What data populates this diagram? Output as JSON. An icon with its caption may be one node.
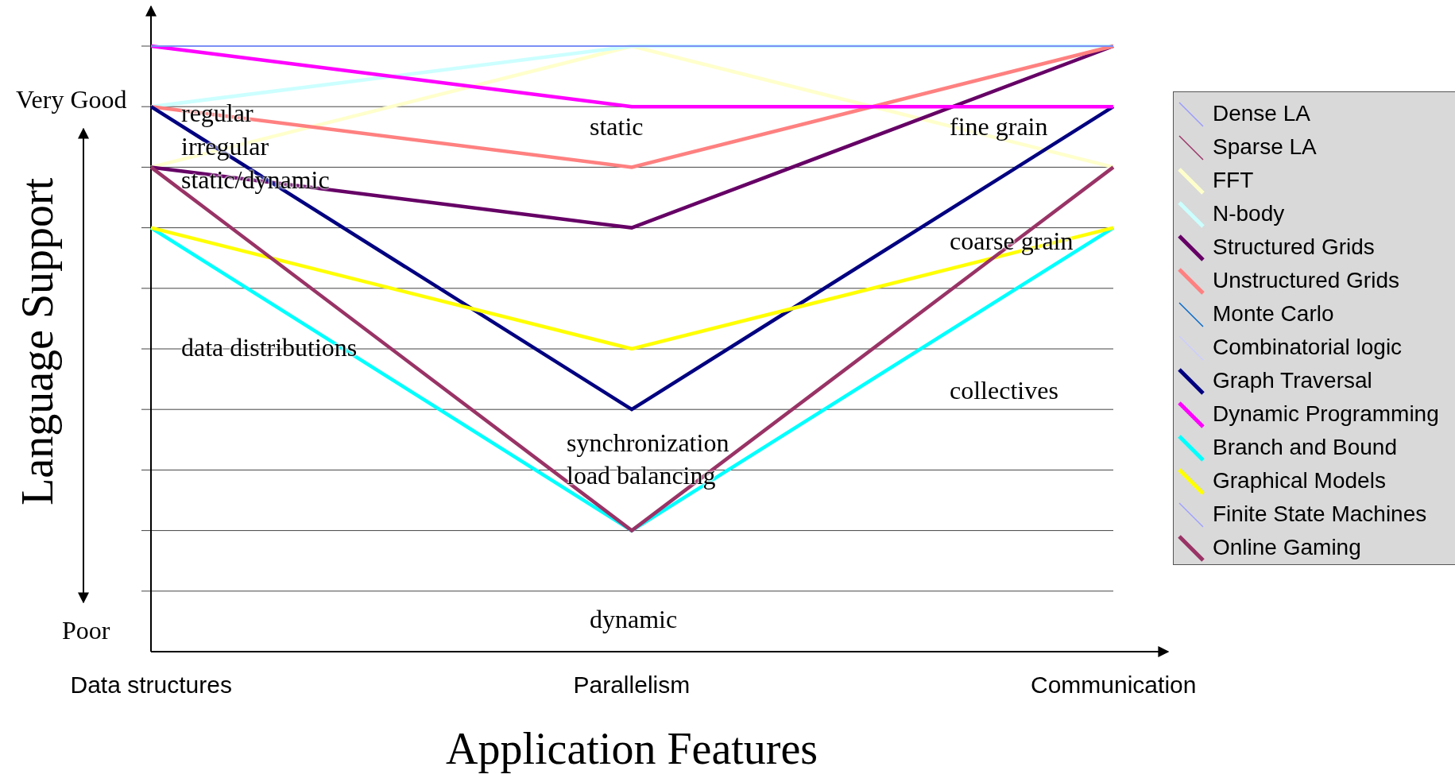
{
  "diagram": {
    "labels": [
      "Very Good",
      "Poor",
      "regular",
      "irregular",
      "static/dynamic",
      "static",
      "fine grain",
      "coarse grain",
      "data distributions",
      "collectives",
      "synchronization",
      "load balancing",
      "dynamic",
      "Data structures",
      "Parallelism",
      "Communication",
      "Application Features",
      "Language Support"
    ],
    "legend": [
      {
        "text": "Dense LA",
        "color": "#9999ff"
      },
      {
        "text": "Sparse LA",
        "color": "#993366"
      },
      {
        "text": "FFT",
        "color": "#ffffcc"
      },
      {
        "text": "N-body",
        "color": "#ccffff"
      },
      {
        "text": "Structured Grids",
        "color": "#660066"
      },
      {
        "text": "Unstructured Grids",
        "color": "#ff8080"
      },
      {
        "text": "Monte Carlo",
        "color": "#0066cc"
      },
      {
        "text": "Combinatorial logic",
        "color": "#ccccff"
      },
      {
        "text": "Graph Traversal",
        "color": "#000080"
      },
      {
        "text": "Dynamic Programming",
        "color": "#ff00ff"
      },
      {
        "text": "Branch and Bound",
        "color": "#00ffff"
      },
      {
        "text": "Graphical Models",
        "color": "#ffff00"
      },
      {
        "text": "Finite State Machines",
        "color": "#a0a0ff"
      },
      {
        "text": "Online Gaming",
        "color": "#993366"
      }
    ]
  }
}
